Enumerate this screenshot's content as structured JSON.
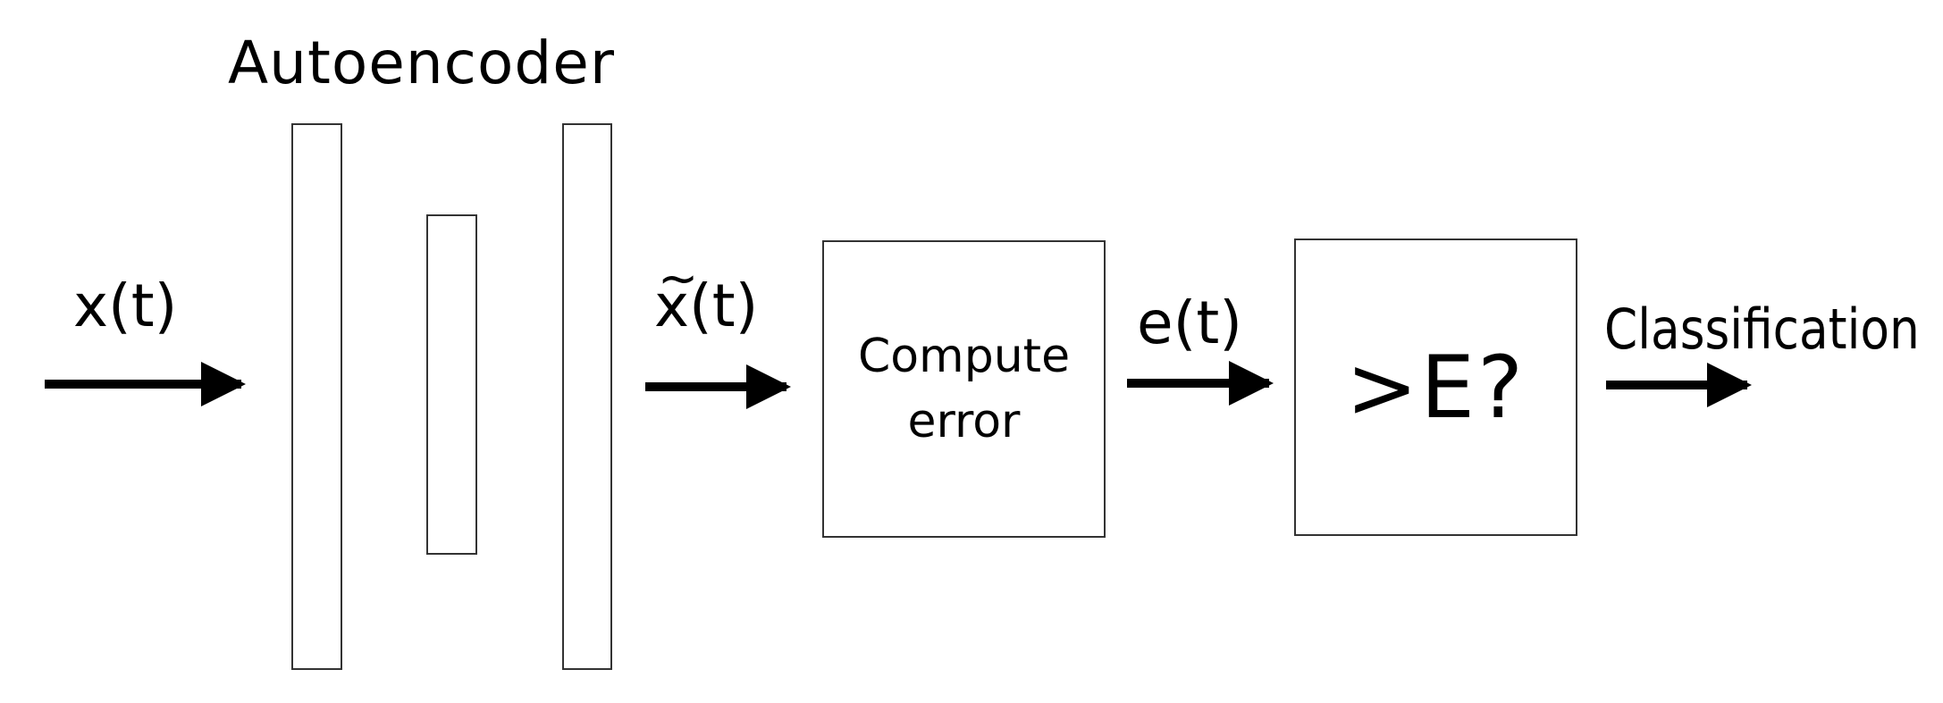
{
  "diagram": {
    "title": "Autoencoder",
    "input_label": "x(t)",
    "reconstruction_label": "x(t)",
    "reconstruction_accent": "~",
    "error_label": "e(t)",
    "output_label": "Classification",
    "compute_error_box": {
      "line1": "Compute",
      "line2": "error"
    },
    "threshold_box": {
      "label": ">E?"
    },
    "colors": {
      "stroke": "#000000",
      "box_border": "#333333",
      "background": "#ffffff"
    }
  }
}
